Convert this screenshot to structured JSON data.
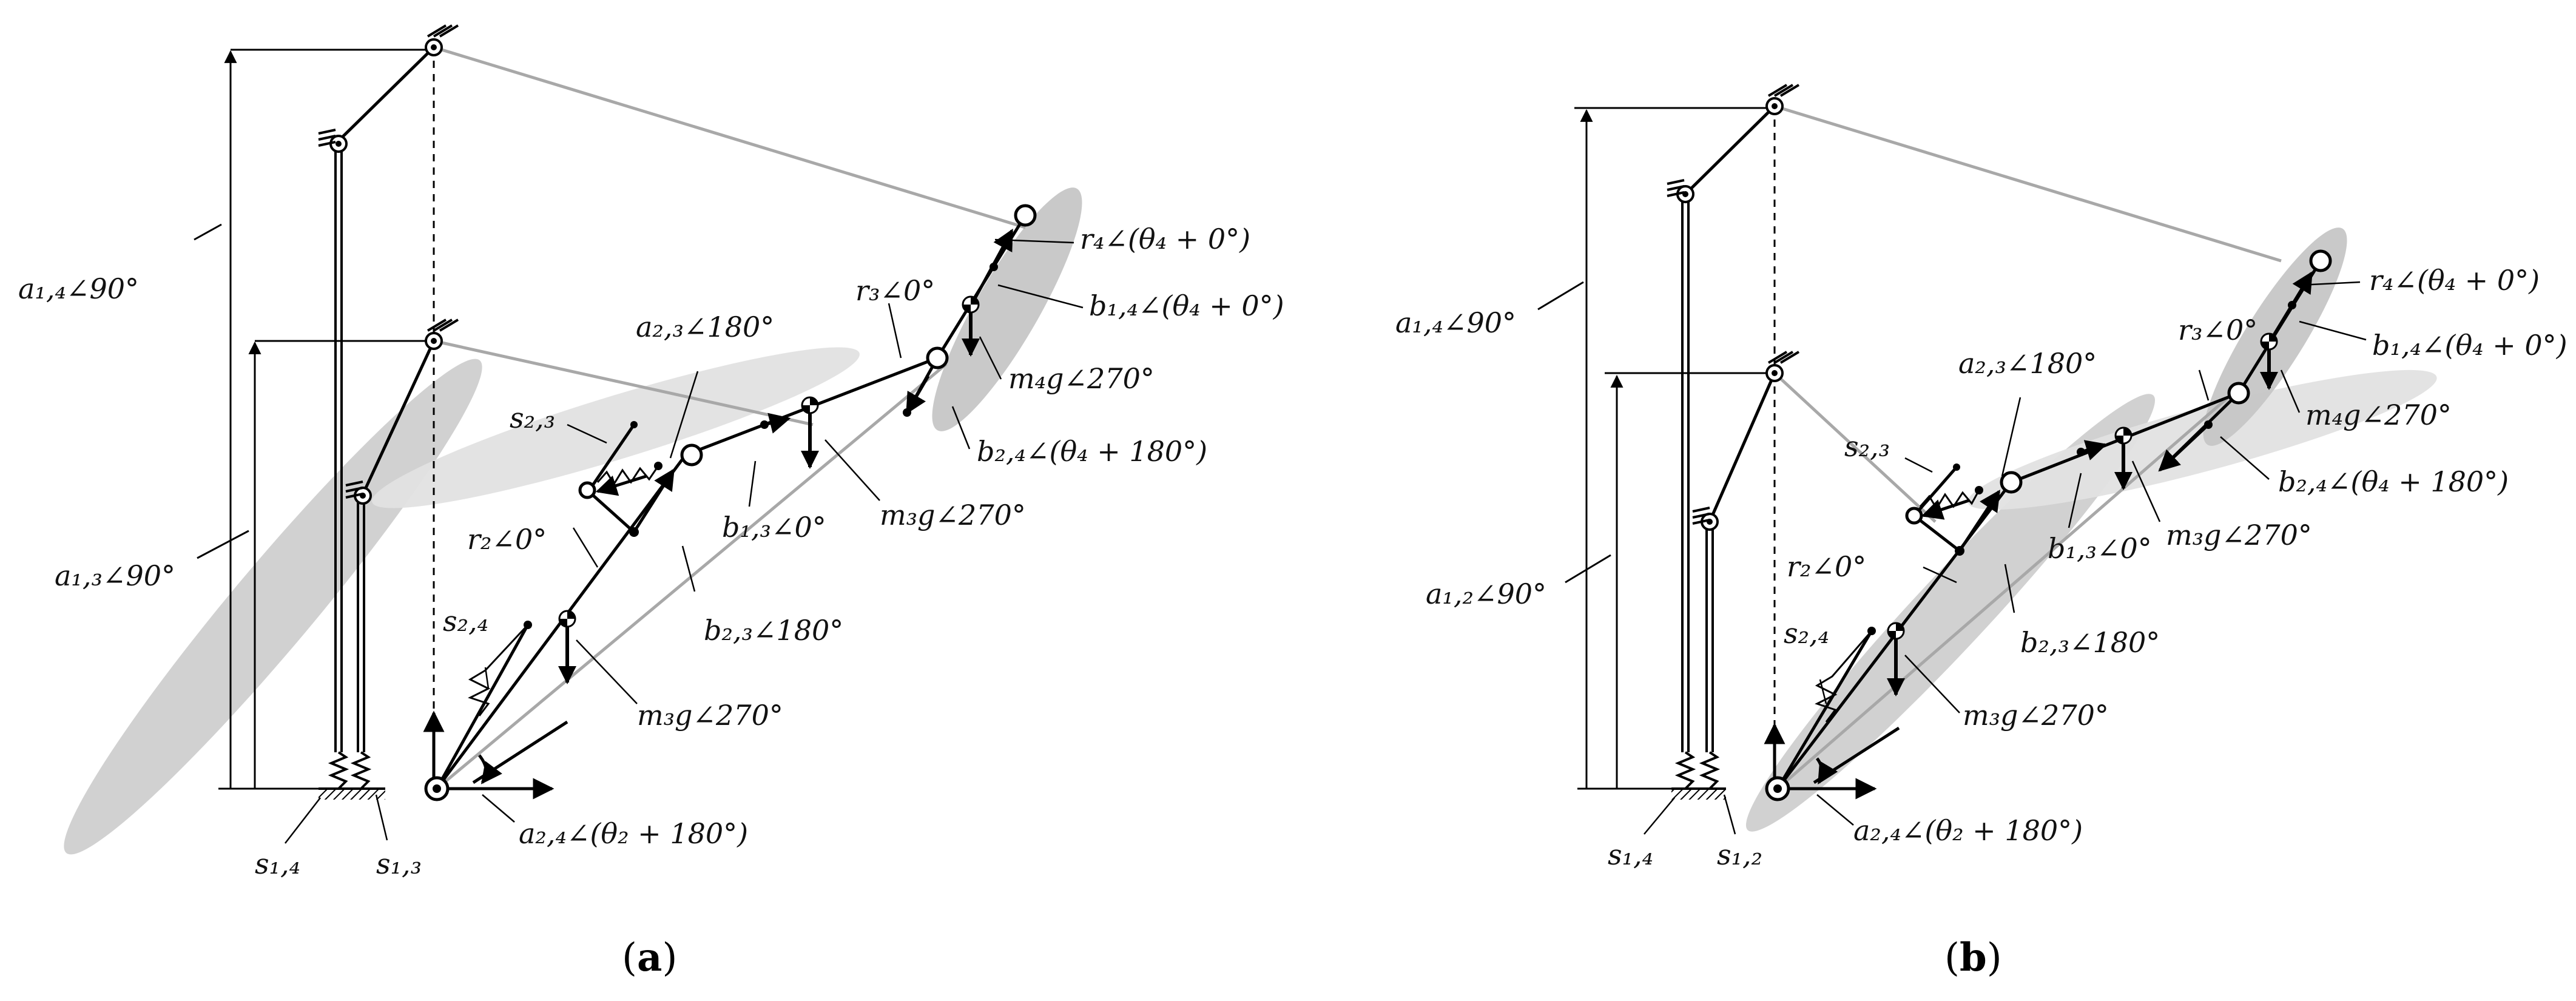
{
  "panels": [
    {
      "caption_letter": "a",
      "labels": {
        "a_top": "a₁,₄∠90°",
        "a_mid": "a₁,₃∠90°",
        "r4": "r₄∠(θ₄ + 0°)",
        "b14": "b₁,₄∠(θ₄ + 0°)",
        "r3": "r₃∠0°",
        "a23": "a₂,₃∠180°",
        "m4g": "m₄g∠270°",
        "s23": "s₂,₃",
        "b24": "b₂,₄∠(θ₄ + 180°)",
        "m3g_top": "m₃g∠270°",
        "b13": "b₁,₃∠0°",
        "r2": "r₂∠0°",
        "b23": "b₂,₃∠180°",
        "s24": "s₂,₄",
        "m3g_bot": "m₃g∠270°",
        "a24": "a₂,₄∠(θ₂ + 180°)",
        "s_left": "s₁,₄",
        "s_right": "s₁,₃"
      }
    },
    {
      "caption_letter": "b",
      "labels": {
        "a_top": "a₁,₄∠90°",
        "a_mid": "a₁,₂∠90°",
        "r4": "r₄∠(θ₄ + 0°)",
        "b14": "b₁,₄∠(θ₄ + 0°)",
        "r3": "r₃∠0°",
        "a23": "a₂,₃∠180°",
        "m4g": "m₄g∠270°",
        "s23": "s₂,₃",
        "b24": "b₂,₄∠(θ₄ + 180°)",
        "m3g_top": "m₃g∠270°",
        "b13": "b₁,₃∠0°",
        "r2": "r₂∠0°",
        "b23": "b₂,₃∠180°",
        "s24": "s₂,₄",
        "m3g_bot": "m₃g∠270°",
        "a24": "a₂,₄∠(θ₂ + 180°)",
        "s_left": "s₁,₄",
        "s_right": "s₁,₂"
      }
    }
  ]
}
